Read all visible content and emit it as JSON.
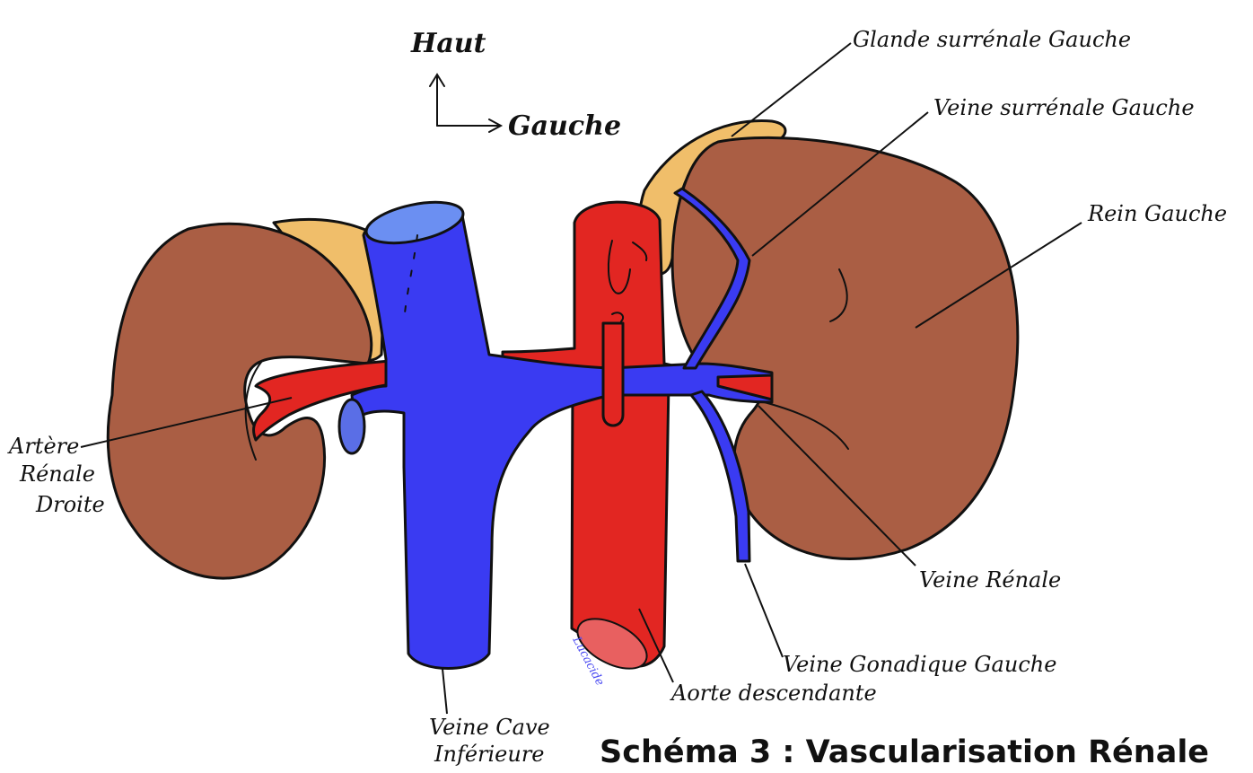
{
  "orientation": {
    "up": "Haut",
    "left": "Gauche"
  },
  "labels": {
    "left_adrenal_gland": "Glande surrénale Gauche",
    "left_adrenal_vein": "Veine surrénale Gauche",
    "left_kidney": "Rein Gauche",
    "right_renal_artery_line1": "Artère",
    "right_renal_artery_line2": "Rénale",
    "right_renal_artery_line3": "Droite",
    "renal_vein": "Veine Rénale",
    "left_gonadal_vein": "Veine Gonadique Gauche",
    "descending_aorta": "Aorte descendante",
    "ivc_line1": "Veine Cave",
    "ivc_line2": "Inférieure"
  },
  "signature": "Lucacide",
  "caption": "Schéma 3 : Vascularisation Rénale",
  "colors": {
    "kidney": "#AA5E44",
    "adrenal": "#F0BE6A",
    "vein": "#3A3BF2",
    "artery": "#E22622"
  }
}
